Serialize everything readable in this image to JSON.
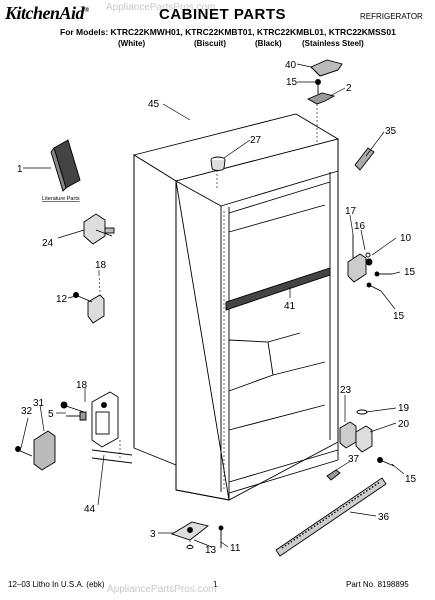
{
  "header": {
    "brand": "KitchenAid",
    "brand_mark": "®",
    "title": "CABINET PARTS",
    "product": "REFRIGERATOR",
    "models_line": "For Models: KTRC22KMWH01, KTRC22KMBT01, KTRC22KMBL01, KTRC22KMSS01",
    "colors": [
      "(White)",
      "(Biscuit)",
      "(Black)",
      "(Stainless Steel)"
    ]
  },
  "watermark": "AppliancePartsPros.com",
  "labels": {
    "literature_parts": "Literature Parts"
  },
  "callouts": [
    "40",
    "15",
    "2",
    "45",
    "27",
    "35",
    "1",
    "24",
    "17",
    "16",
    "10",
    "15",
    "18",
    "12",
    "41",
    "15",
    "15",
    "18",
    "5",
    "32",
    "31",
    "23",
    "19",
    "20",
    "37",
    "15",
    "44",
    "36",
    "3",
    "11",
    "13"
  ],
  "footer": {
    "left": "12–03 Litho In U.S.A. (ebk)",
    "center": "1",
    "right": "Part No. 8198895"
  }
}
